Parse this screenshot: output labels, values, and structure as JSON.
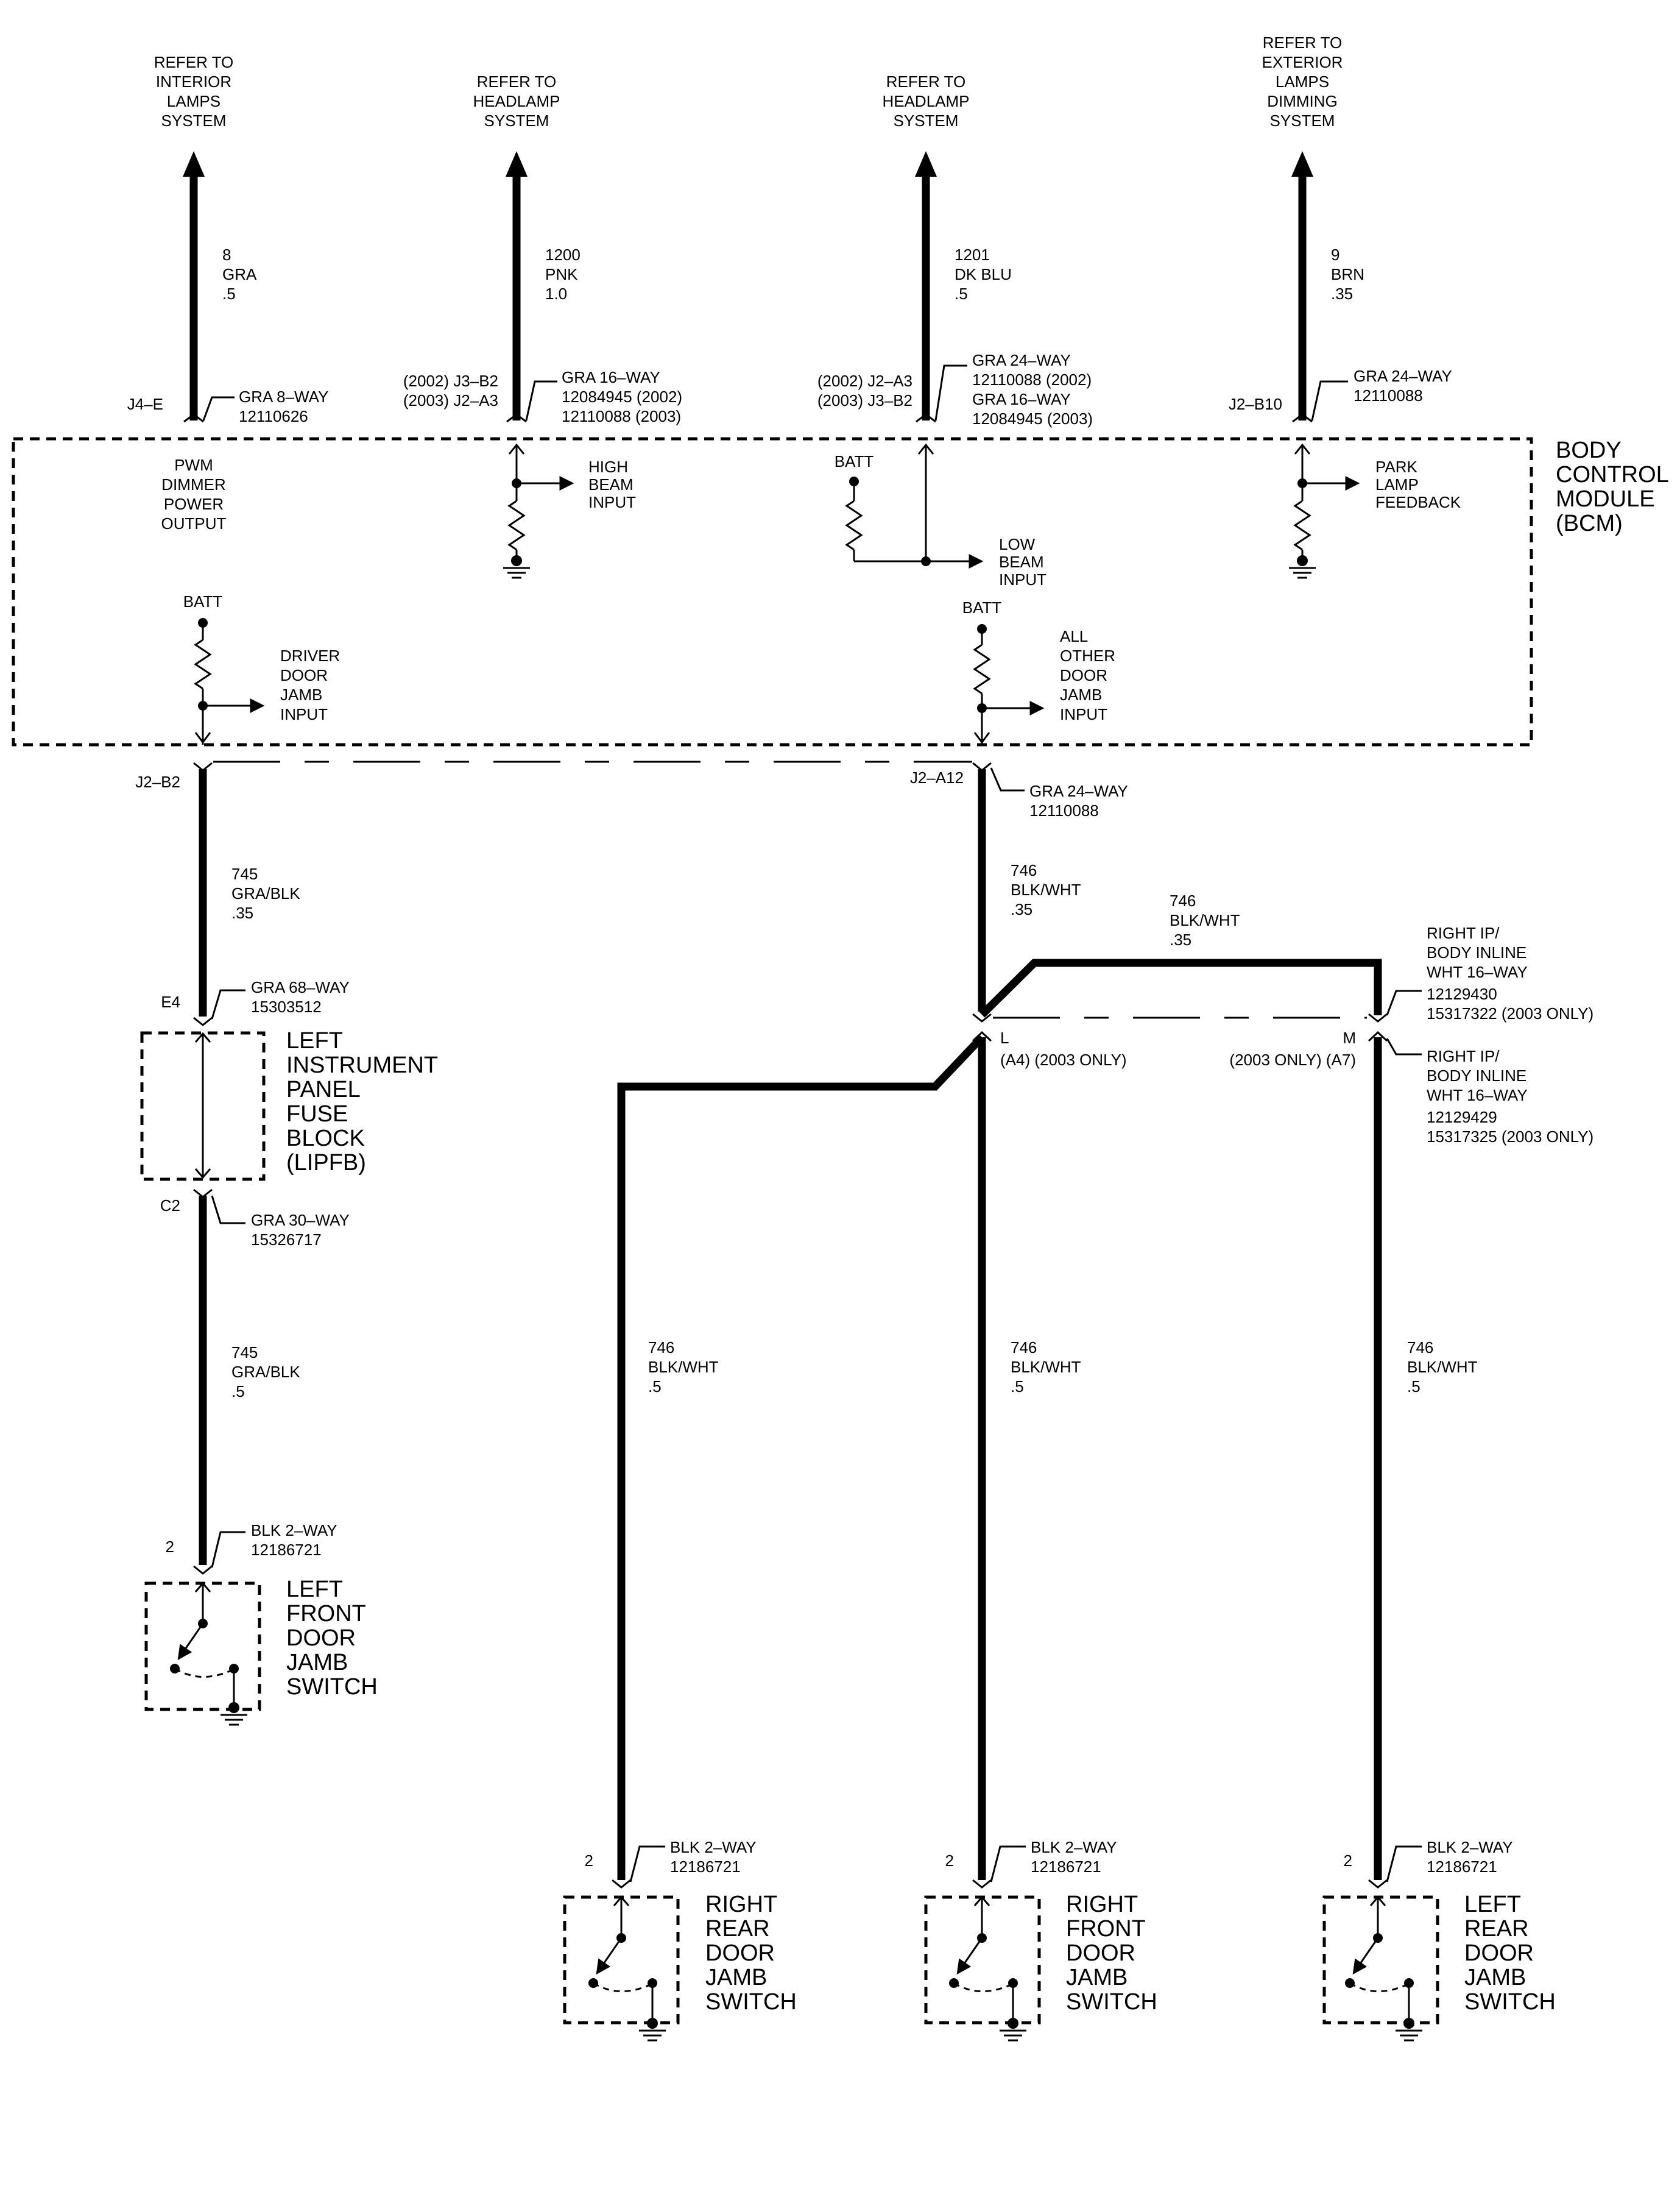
{
  "colors": {
    "line": "#000000",
    "background": "#ffffff"
  },
  "top_refs": {
    "interior": [
      "REFER TO",
      "INTERIOR",
      "LAMPS",
      "SYSTEM"
    ],
    "headlamp1": [
      "REFER TO",
      "HEADLAMP",
      "SYSTEM"
    ],
    "headlamp2": [
      "REFER TO",
      "HEADLAMP",
      "SYSTEM"
    ],
    "exterior": [
      "REFER TO",
      "EXTERIOR",
      "LAMPS",
      "DIMMING",
      "SYSTEM"
    ]
  },
  "top_wires": {
    "w8": [
      "8",
      "GRA",
      ".5"
    ],
    "w1200": [
      "1200",
      "PNK",
      "1.0"
    ],
    "w1201": [
      "1201",
      "DK BLU",
      ".5"
    ],
    "w9": [
      "9",
      "BRN",
      ".35"
    ]
  },
  "top_connectors": {
    "j4e": {
      "pin": "J4–E",
      "desc": [
        "GRA 8–WAY",
        "12110626"
      ]
    },
    "c1200": {
      "pin": [
        "(2002) J3–B2",
        "(2003) J2–A3"
      ],
      "desc": [
        "GRA 16–WAY",
        "12084945 (2002)",
        "12110088 (2003)"
      ]
    },
    "c1201": {
      "pin": [
        "(2002) J2–A3",
        "(2003) J3–B2"
      ],
      "desc": [
        "GRA 24–WAY",
        "12110088 (2002)",
        "GRA 16–WAY",
        "12084945 (2003)"
      ]
    },
    "j2b10": {
      "pin": "J2–B10",
      "desc": [
        "GRA 24–WAY",
        "12110088"
      ]
    }
  },
  "bcm": {
    "title": [
      "BODY",
      "CONTROL",
      "MODULE",
      "(BCM)"
    ],
    "pwm": [
      "PWM",
      "DIMMER",
      "POWER",
      "OUTPUT"
    ],
    "high_beam": [
      "HIGH",
      "BEAM",
      "INPUT"
    ],
    "low_beam": [
      "LOW",
      "BEAM",
      "INPUT"
    ],
    "park": [
      "PARK",
      "LAMP",
      "FEEDBACK"
    ],
    "driver": [
      "DRIVER",
      "DOOR",
      "JAMB",
      "INPUT"
    ],
    "other": [
      "ALL",
      "OTHER",
      "DOOR",
      "JAMB",
      "INPUT"
    ],
    "batt": "BATT"
  },
  "left_branch": {
    "j2b2": "J2–B2",
    "w745a": [
      "745",
      "GRA/BLK",
      ".35"
    ],
    "e4": {
      "pin": "E4",
      "desc": [
        "GRA 68–WAY",
        "15303512"
      ]
    },
    "lipfb": [
      "LEFT",
      "INSTRUMENT",
      "PANEL",
      "FUSE",
      "BLOCK",
      "(LIPFB)"
    ],
    "c2": {
      "pin": "C2",
      "desc": [
        "GRA 30–WAY",
        "15326717"
      ]
    },
    "w745b": [
      "745",
      "GRA/BLK",
      ".5"
    ],
    "sw_conn": {
      "pin": "2",
      "desc": [
        "BLK 2–WAY",
        "12186721"
      ]
    },
    "switch": [
      "LEFT",
      "FRONT",
      "DOOR",
      "JAMB",
      "SWITCH"
    ]
  },
  "right_branch": {
    "j2a12": {
      "pin": "J2–A12",
      "desc": [
        "GRA 24–WAY",
        "12110088"
      ]
    },
    "w746a": [
      "746",
      "BLK/WHT",
      ".35"
    ],
    "w746b": [
      "746",
      "BLK/WHT",
      ".35"
    ],
    "inline_top": [
      "RIGHT IP/",
      "BODY INLINE",
      "WHT 16–WAY",
      "12129430",
      "15317322 (2003 ONLY)"
    ],
    "inline_bot": [
      "RIGHT IP/",
      "BODY INLINE",
      "WHT 16–WAY",
      "12129429",
      "15317325 (2003 ONLY)"
    ],
    "pin_l": "L",
    "pin_l_sub": "(A4) (2003 ONLY)",
    "pin_m": "M",
    "pin_m_sub": "(2003 ONLY) (A7)",
    "w746_rr": [
      "746",
      "BLK/WHT",
      ".5"
    ],
    "w746_rf": [
      "746",
      "BLK/WHT",
      ".5"
    ],
    "w746_lr": [
      "746",
      "BLK/WHT",
      ".5"
    ]
  },
  "switches": {
    "rr": {
      "pin": "2",
      "desc": [
        "BLK 2–WAY",
        "12186721"
      ],
      "label": [
        "RIGHT",
        "REAR",
        "DOOR",
        "JAMB",
        "SWITCH"
      ]
    },
    "rf": {
      "pin": "2",
      "desc": [
        "BLK 2–WAY",
        "12186721"
      ],
      "label": [
        "RIGHT",
        "FRONT",
        "DOOR",
        "JAMB",
        "SWITCH"
      ]
    },
    "lr": {
      "pin": "2",
      "desc": [
        "BLK 2–WAY",
        "12186721"
      ],
      "label": [
        "LEFT",
        "REAR",
        "DOOR",
        "JAMB",
        "SWITCH"
      ]
    }
  }
}
